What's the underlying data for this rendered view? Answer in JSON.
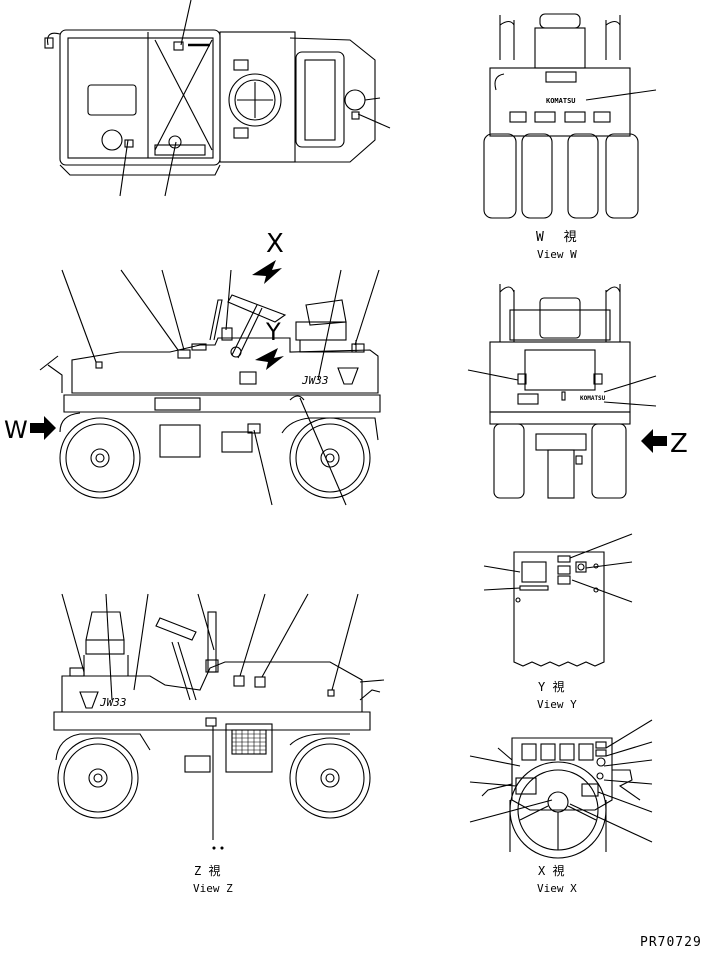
{
  "views": {
    "w": {
      "caption_jp": "W 視",
      "caption_en": "View W"
    },
    "y": {
      "caption_jp": "Y 視",
      "caption_en": "View Y"
    },
    "z": {
      "caption_jp": "Z 視",
      "caption_en": "View Z"
    },
    "x": {
      "caption_jp": "X 視",
      "caption_en": "View X"
    }
  },
  "arrow_labels": {
    "w": "W",
    "x": "X",
    "y": "Y",
    "z": "Z"
  },
  "decals": {
    "model_mark": "JW33",
    "brand": "KOMATSU"
  },
  "drawing_code": "PR70729"
}
